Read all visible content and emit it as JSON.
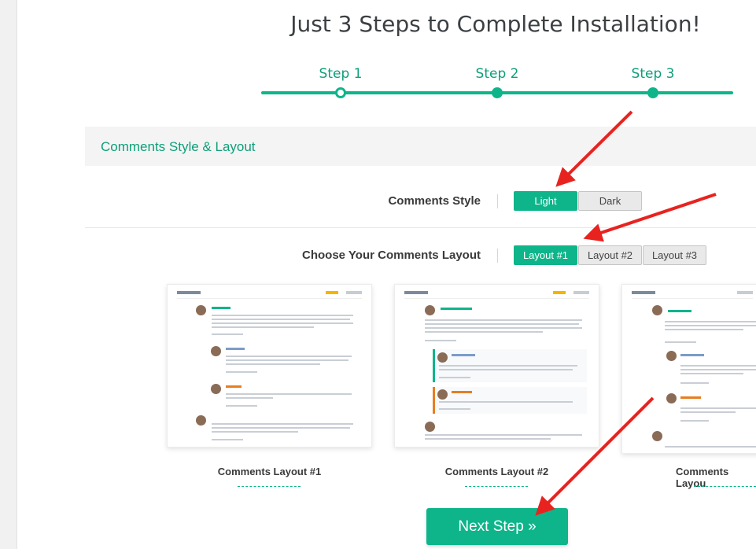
{
  "title": "Just 3 Steps to Complete Installation!",
  "steps": [
    {
      "label": "Step 1",
      "current": true
    },
    {
      "label": "Step 2",
      "current": false
    },
    {
      "label": "Step 3",
      "current": false
    }
  ],
  "section": {
    "title": "Comments Style & Layout"
  },
  "style_row": {
    "label": "Comments Style",
    "options": [
      "Light",
      "Dark"
    ],
    "selected": "Light"
  },
  "layout_row": {
    "label": "Choose Your Comments Layout",
    "options": [
      "Layout #1",
      "Layout #2",
      "Layout #3"
    ],
    "selected": "Layout #1"
  },
  "previews": [
    {
      "caption": "Comments Layout #1"
    },
    {
      "caption": "Comments Layout #2"
    },
    {
      "caption": "Comments Layou"
    }
  ],
  "next_button": "Next Step »",
  "colors": {
    "accent": "#0eb58a",
    "arrow": "#e8231f"
  }
}
